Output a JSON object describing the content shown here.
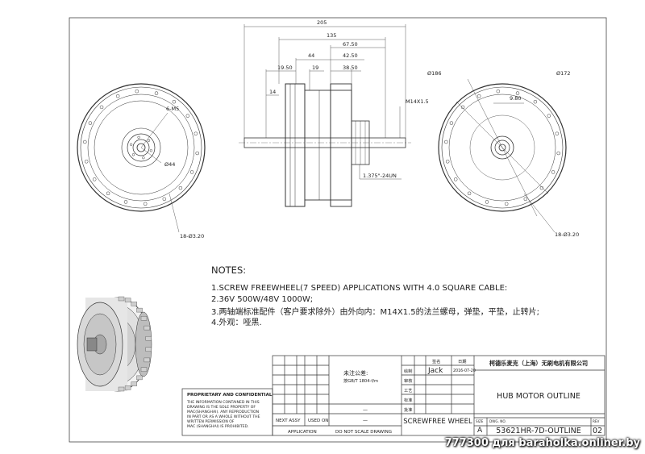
{
  "dimensions": {
    "width_205": "205",
    "width_135": "135",
    "width_67_50": "67.50",
    "width_44": "44",
    "width_42_50": "42.50",
    "width_19_50": "19.50",
    "width_19": "19",
    "width_38_50": "38.50",
    "width_14": "14",
    "thread_m14": "M14X1.5",
    "thread_freewheel": "1.375\"-24UN",
    "holes_6m5": "6-M5",
    "dia_44": "Ø44",
    "holes_left": "18-Ø3.20",
    "holes_right": "18-Ø3.20",
    "dia_186": "Ø186",
    "dia_172": "Ø172",
    "offset_9_80": "9.80"
  },
  "notes": {
    "title": "NOTES:",
    "line1": "1.SCREW FREEWHEEL(7 SPEED) APPLICATIONS WITH 4.0 SQUARE CABLE:",
    "line2": "2.36V 500W/48V 1000W;",
    "line3": "3.两轴端标准配件（客户要求除外）由外向内：M14X1.5的法兰螺母，弹垫，平垫，止转片;",
    "line4": "4.外观：哑黑."
  },
  "title_block": {
    "proprietary_title": "PROPRIETARY AND CONFIDENTIAL",
    "proprietary_lines": [
      "THE INFORMATION CONTAINED IN THIS",
      "DRAWING IS THE SOLE PROPERTY OF",
      "MAC(SHANGHAI). ANY REPRODUCTION",
      "IN PART OR AS A WHOLE WITHOUT THE",
      "WRITTEN PERMISSION OF",
      "MAC (SHANGHAI) IS PROHIBITED."
    ],
    "next_assy": "NEXT ASSY",
    "used_on": "USED ON",
    "application": "APPLICATION",
    "do_not_scale": "DO NOT SCALE DRAWING",
    "customer_note": "未注公差:",
    "tolerance_ref": "按GB/T 1804-f/m",
    "dash_1": "—",
    "dash_2": "—",
    "header_sign": "签名",
    "header_date": "日期",
    "row_draw": "绘制",
    "row_check": "审核",
    "row_craft": "工艺",
    "row_standard": "标准",
    "row_approve": "批准",
    "drafter": "Jack",
    "date": "2016-07-20",
    "company": "柯德乐麦克（上海）无刷电机有限公司",
    "drawing_title": "HUB MOTOR OUTLINE",
    "part_name": "SCREWFREE WHEEL",
    "size_label": "SIZE",
    "size_value": "A",
    "dwg_label": "DWG. NO.",
    "drawing_number": "53621HR-7D-OUTLINE",
    "rev_label": "REV",
    "revision": "02"
  },
  "watermark": "777300 для baraholka.onliner.by"
}
